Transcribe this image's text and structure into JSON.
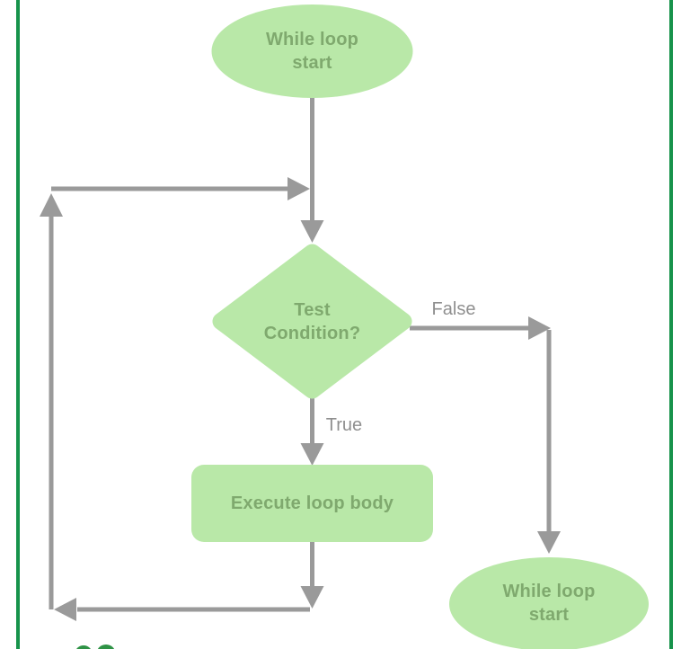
{
  "diagram": {
    "nodes": {
      "start": {
        "type": "terminator",
        "label": "While loop\nstart"
      },
      "condition": {
        "type": "decision",
        "label": "Test\nCondition?"
      },
      "body": {
        "type": "process",
        "label": "Execute loop body"
      },
      "end": {
        "type": "terminator",
        "label": "While loop\nstart"
      }
    },
    "edge_labels": {
      "true": "True",
      "false": "False"
    },
    "colors": {
      "node_fill": "#b9e8a8",
      "node_text": "#7fa96e",
      "connector": "#9a9a9a",
      "edge_label_text": "#8f8f8f",
      "frame": "#17934b",
      "watermark": "#2f9346"
    }
  }
}
